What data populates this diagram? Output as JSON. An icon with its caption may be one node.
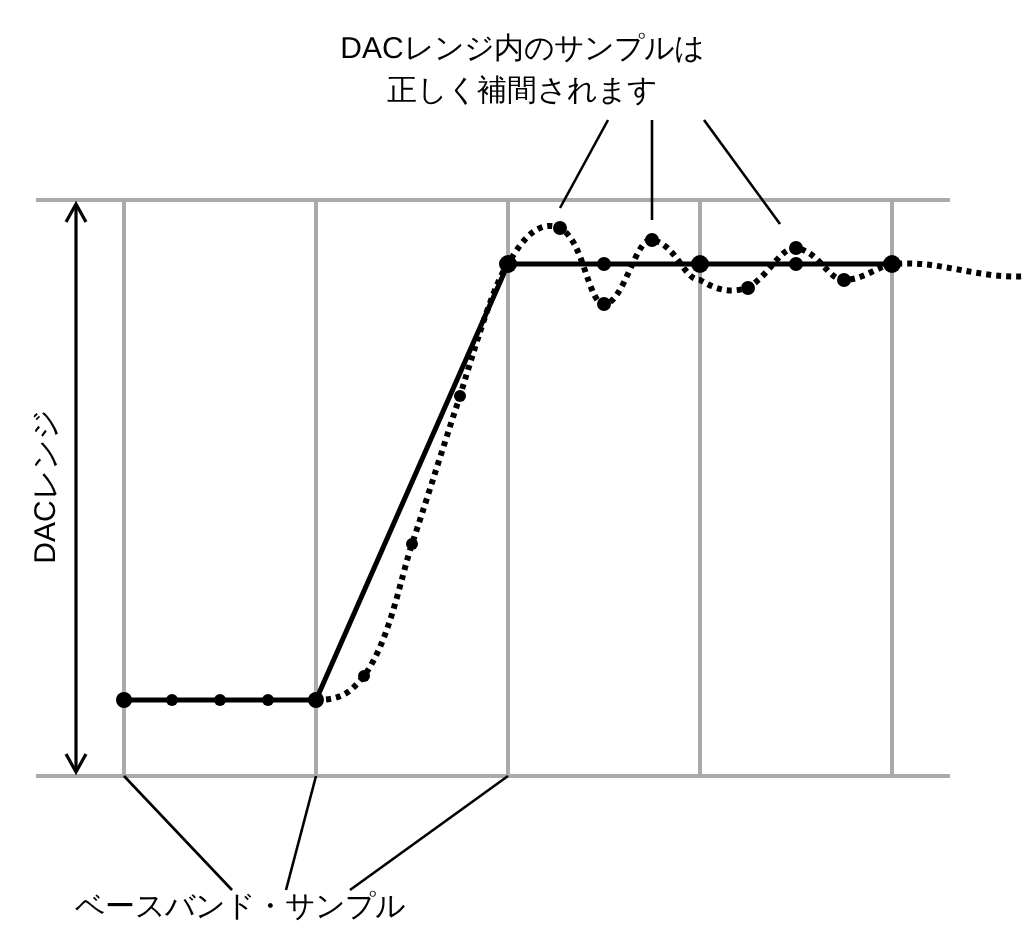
{
  "diagram": {
    "nodes": [
      {
        "text": [
          "DACレンジ内のサンプルは正しく補間されます"
        ]
      },
      {
        "text": [
          "ベースバンド・サンプル"
        ]
      }
    ],
    "edges": [
      {
        "from": 0,
        "to": null,
        "arrow": "none"
      },
      {
        "from": 0,
        "to": null,
        "arrow": "none"
      },
      {
        "from": 0,
        "to": null,
        "arrow": "none"
      },
      {
        "from": 1,
        "to": null,
        "arrow": "none"
      },
      {
        "from": 1,
        "to": null,
        "arrow": "none"
      },
      {
        "from": 1,
        "to": null,
        "arrow": "none"
      }
    ],
    "labels": [
      "DACレンジ"
    ]
  }
}
